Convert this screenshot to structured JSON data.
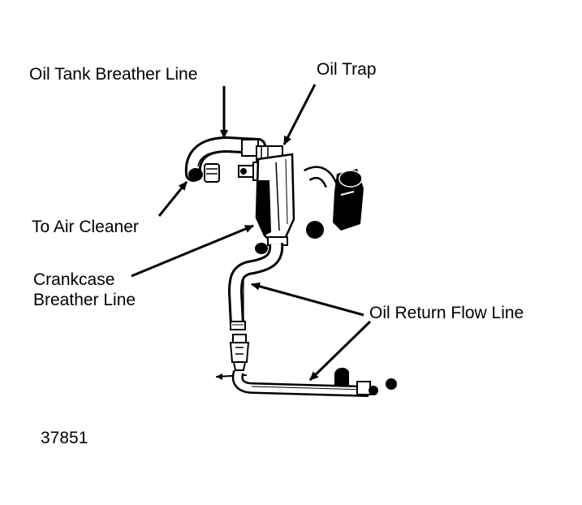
{
  "labels": {
    "oil_tank_breather_line": "Oil Tank Breather Line",
    "oil_trap": "Oil Trap",
    "to_air_cleaner": "To Air Cleaner",
    "crankcase_breather_line_1": "Crankcase",
    "crankcase_breather_line_2": "Breather Line",
    "oil_return_flow_line": "Oil Return Flow Line"
  },
  "figure_number": "37851",
  "colors": {
    "ink": "#000000",
    "paper": "#ffffff",
    "shade": "#cfcfcf"
  }
}
